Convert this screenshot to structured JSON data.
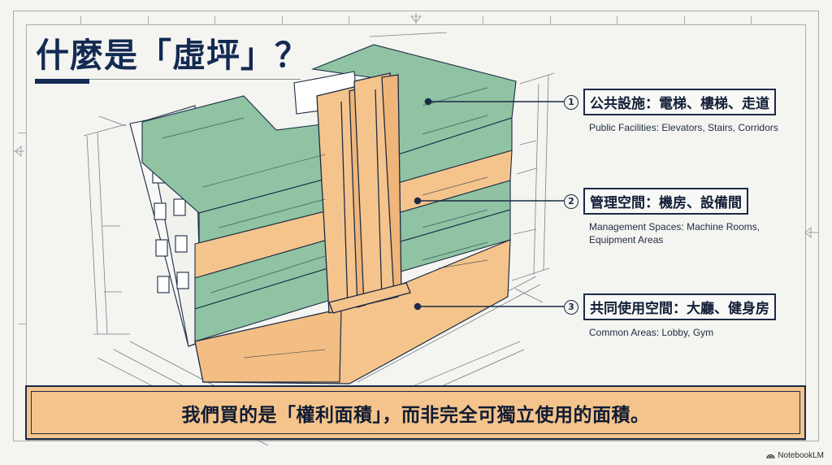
{
  "title": "什麼是「虛坪」？",
  "colors": {
    "navy": "#132a52",
    "green_private": "#8fc3a3",
    "orange_public": "#f5c48c",
    "background": "#f4f4f1",
    "line": "#1b2b45"
  },
  "illustration": {
    "subject": "isometric-cutaway-building",
    "private_units_color": "green",
    "shared_areas_color": "orange"
  },
  "callouts": [
    {
      "number": "1",
      "label": "公共設施：電梯、樓梯、走道",
      "subtitle": "Public Facilities: Elevators, Stairs, Corridors"
    },
    {
      "number": "2",
      "label": "管理空間：機房、設備間",
      "subtitle_line1": "Management Spaces: Machine Rooms,",
      "subtitle_line2": "Equipment Areas"
    },
    {
      "number": "3",
      "label": "共同使用空間：大廳、健身房",
      "subtitle": "Common Areas: Lobby, Gym"
    }
  ],
  "banner": {
    "text": "我們買的是「權利面積」，而非完全可獨立使用的面積。"
  },
  "watermark": {
    "label": "NotebookLM"
  }
}
